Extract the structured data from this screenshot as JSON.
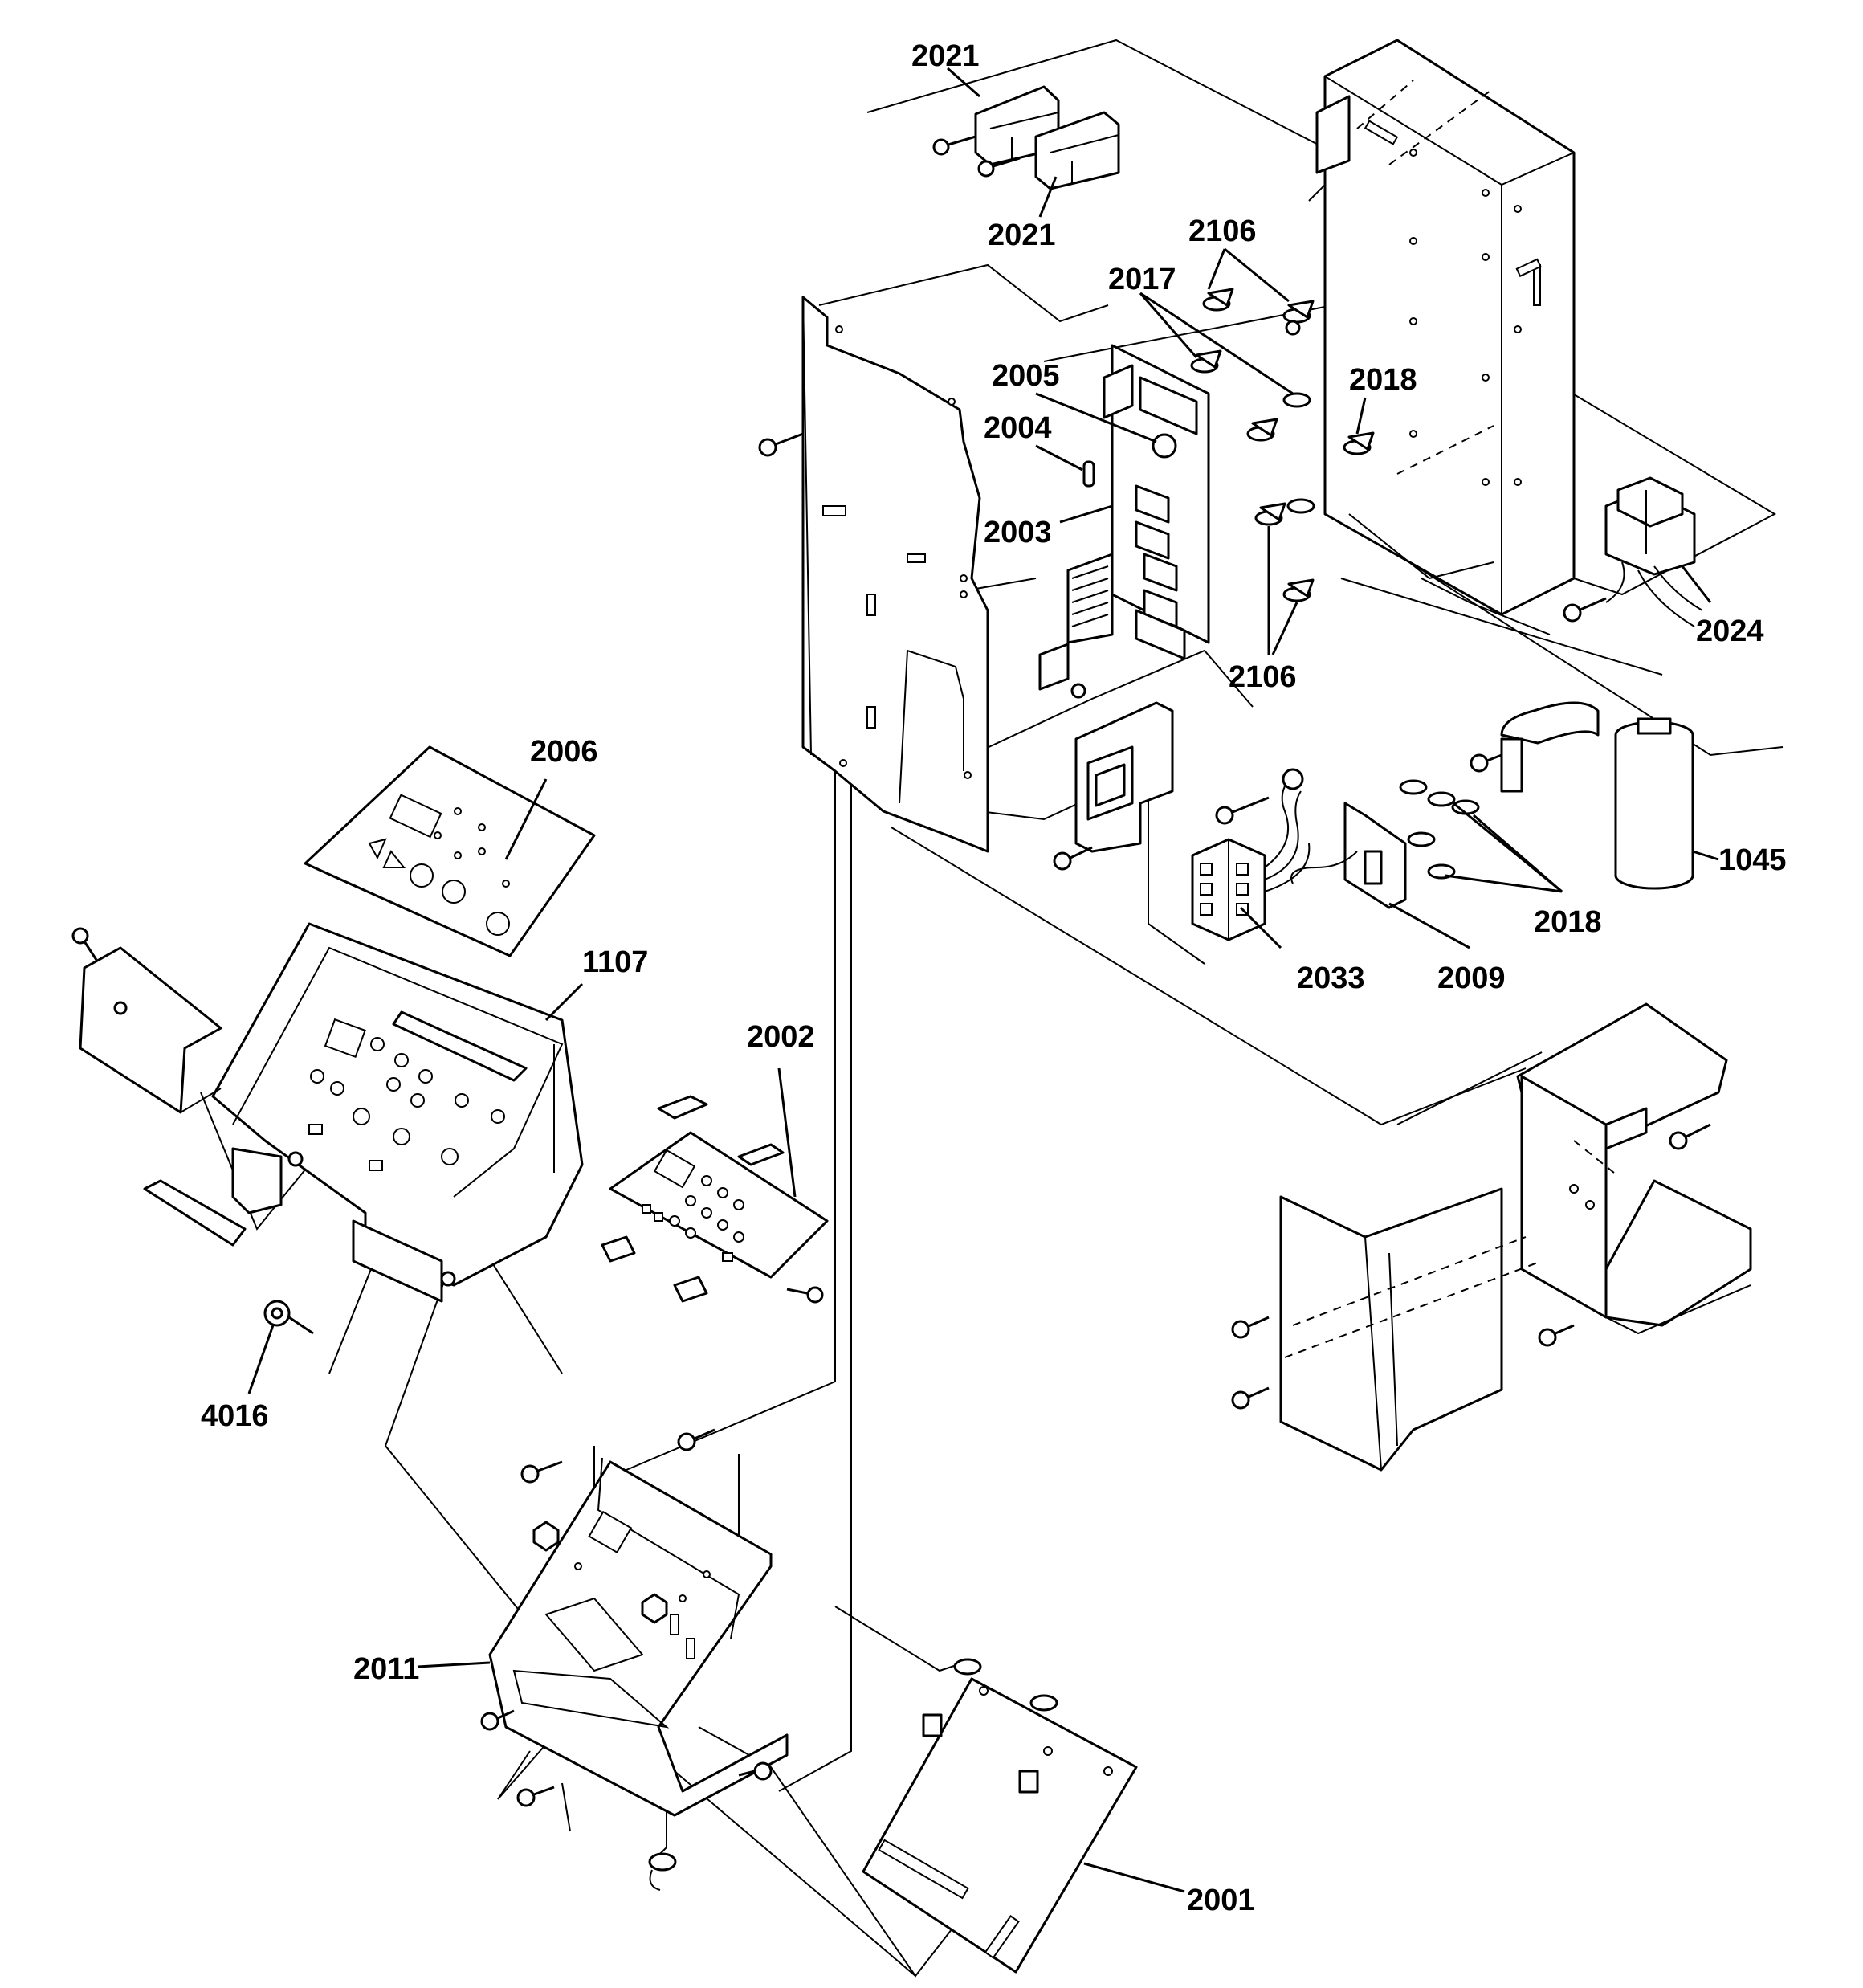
{
  "labels": {
    "p2021a": "2021",
    "p2021b": "2021",
    "p2106a": "2106",
    "p2106b": "2106",
    "p2017": "2017",
    "p2005": "2005",
    "p2018a": "2018",
    "p2018b": "2018",
    "p2004": "2004",
    "p2003": "2003",
    "p2024": "2024",
    "p2006": "2006",
    "p1107": "1107",
    "p2002": "2002",
    "p1045": "1045",
    "p2033": "2033",
    "p2009": "2009",
    "p4016": "4016",
    "p2011": "2011",
    "p2001": "2001"
  },
  "colors": {
    "line": "#000000",
    "background": "#ffffff"
  }
}
